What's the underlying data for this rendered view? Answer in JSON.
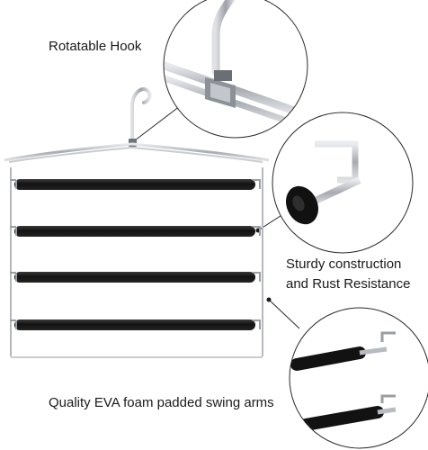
{
  "callouts": {
    "hook": "Rotatable Hook",
    "sturdy_line1": "Sturdy construction",
    "sturdy_line2": "and Rust Resistance",
    "eva": "Quality EVA foam padded swing arms"
  },
  "colors": {
    "chrome": "#b8bcc2",
    "chrome_dark": "#7c8088",
    "foam": "#161616",
    "circle_outline": "#2a2a2a",
    "text": "#1a1a1a"
  }
}
